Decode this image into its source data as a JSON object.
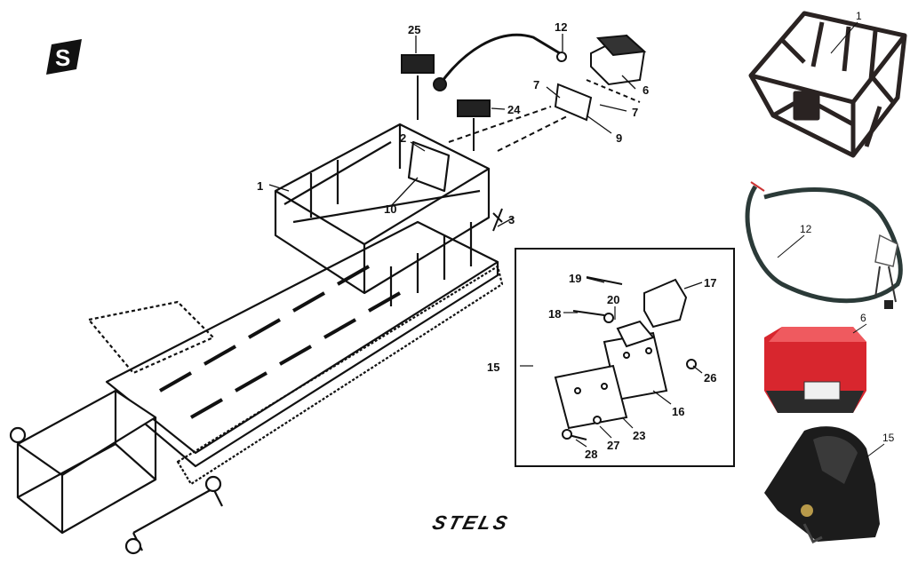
{
  "brand": {
    "logo_letter": "S",
    "wordmark": "STELS"
  },
  "colors": {
    "ink": "#111111",
    "lamp_red": "#d8262e",
    "photo_dark": "#1c1c1c"
  },
  "diagram": {
    "callouts": {
      "c1": "1",
      "c2": "2",
      "c3": "3",
      "c6": "6",
      "c7a": "7",
      "c7b": "7",
      "c9": "9",
      "c10": "10",
      "c12": "12",
      "c24": "24",
      "c25": "25"
    },
    "inset_callouts": {
      "c15": "15",
      "c16": "16",
      "c17": "17",
      "c18": "18",
      "c19": "19",
      "c20": "20",
      "c23": "23",
      "c26": "26",
      "c27": "27",
      "c28": "28"
    }
  },
  "photos": {
    "rack": {
      "label": "1"
    },
    "cable": {
      "label": "12"
    },
    "lamp": {
      "label": "6"
    },
    "bracket": {
      "label": "15"
    }
  }
}
